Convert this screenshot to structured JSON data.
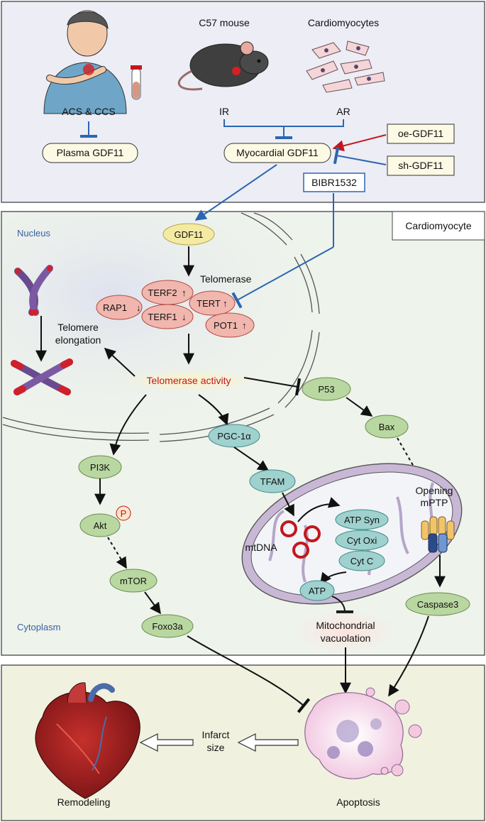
{
  "top_panel": {
    "patient_label": "ACS & CCS",
    "plasma_box": "Plasma GDF11",
    "mouse_title": "C57 mouse",
    "cardio_title": "Cardiomyocytes",
    "ir_label": "IR",
    "ar_label": "AR",
    "myocardial_box": "Myocardial GDF11",
    "oe_box": "oe-GDF11",
    "sh_box": "sh-GDF11",
    "bibr_box": "BIBR1532"
  },
  "cell_panel": {
    "cell_label": "Cardiomyocyte",
    "nucleus_label": "Nucleus",
    "cytoplasm_label": "Cytoplasm",
    "gdf11": "GDF11",
    "telomerase_label": "Telomerase",
    "terf2": "TERF2",
    "rap1": "RAP1",
    "terf1": "TERF1",
    "tert": "TERT",
    "pot1": "POT1",
    "telomere_label_1": "Telomere",
    "telomere_label_2": "elongation",
    "telomerase_activity": "Telomerase activity",
    "p53": "P53",
    "bax": "Bax",
    "pgc": "PGC-1α",
    "tfam": "TFAM",
    "pi3k": "PI3K",
    "akt": "Akt",
    "p_badge": "P",
    "mtor": "mTOR",
    "foxo3a": "Foxo3a",
    "mtdna": "mtDNA",
    "atp_syn": "ATP Syn",
    "cyt_oxi": "Cyt Oxi",
    "cyt_c": "Cyt C",
    "atp": "ATP",
    "opening_1": "Opening",
    "opening_2": "mPTP",
    "caspase3": "Caspase3",
    "vacuolation_1": "Mitochondrial",
    "vacuolation_2": "vacuolation"
  },
  "bottom_panel": {
    "infarct_1": "Infarct",
    "infarct_2": "size",
    "remodeling": "Remodeling",
    "apoptosis": "Apoptosis"
  },
  "colors": {
    "panel_top": "#ecedf5",
    "panel_cell": "#eef3ec",
    "panel_bottom": "#f1f1df",
    "green_node": "#b9d7a0",
    "teal_node": "#9fd1cf",
    "pink_node": "#f1b6ae",
    "yellow_node": "#f5eaa3",
    "box_fill": "#fcfae4",
    "red": "#c4161c",
    "blue": "#2b66b1"
  }
}
